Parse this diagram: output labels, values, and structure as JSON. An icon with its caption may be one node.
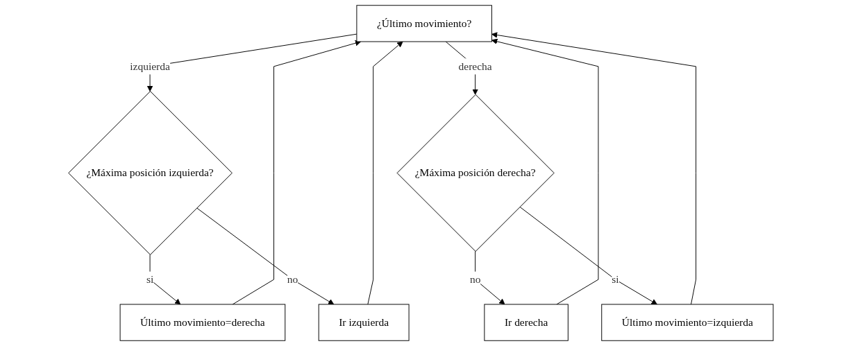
{
  "diagram": {
    "nodes": [
      {
        "text": [
          "¿Último movimiento?"
        ]
      },
      {
        "text": [
          "¿Máxima posición izquierda?"
        ]
      },
      {
        "text": [
          "¿Máxima posición derecha?"
        ]
      },
      {
        "text": [
          "Último movimiento=derecha"
        ]
      },
      {
        "text": [
          "Ir izquierda"
        ]
      },
      {
        "text": [
          "Ir derecha"
        ]
      },
      {
        "text": [
          "Último movimiento=izquierda"
        ]
      }
    ],
    "edges": [
      {
        "from": 0,
        "to": 1,
        "label": "izquierda",
        "arrow": "to"
      },
      {
        "from": 0,
        "to": 2,
        "label": "derecha",
        "arrow": "to"
      },
      {
        "from": 1,
        "to": 3,
        "label": "si",
        "arrow": "to"
      },
      {
        "from": 1,
        "to": 4,
        "label": "no",
        "arrow": "to"
      },
      {
        "from": 2,
        "to": 5,
        "label": "no",
        "arrow": "to"
      },
      {
        "from": 2,
        "to": 6,
        "label": "si",
        "arrow": "to"
      },
      {
        "from": 3,
        "to": 0,
        "arrow": "to"
      },
      {
        "from": 4,
        "to": 0,
        "arrow": "to"
      },
      {
        "from": 5,
        "to": 0,
        "arrow": "to"
      },
      {
        "from": 6,
        "to": 0,
        "arrow": "to"
      }
    ]
  }
}
